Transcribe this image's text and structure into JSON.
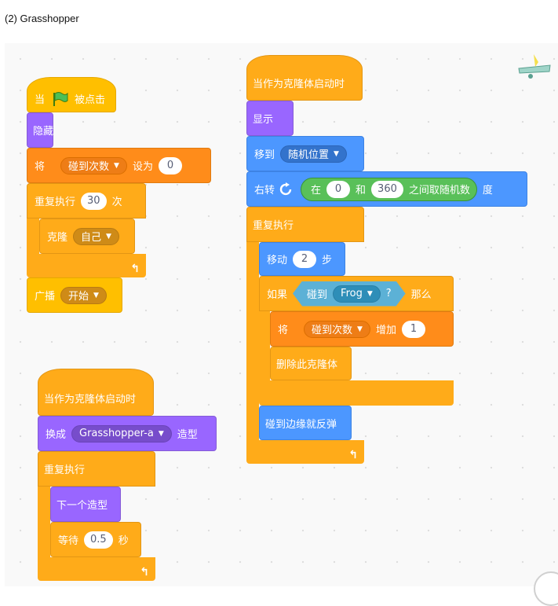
{
  "caption": "(2) Grasshopper",
  "colors": {
    "events": "#ffbf00",
    "control": "#ffab19",
    "looks": "#9966ff",
    "motion": "#4c97ff",
    "variables": "#ff8c1a",
    "sensing": "#5cb1d6",
    "operators": "#59c059"
  },
  "script1": {
    "when": "当",
    "flag": "green-flag-icon",
    "clicked": "被点击",
    "hide": "隐藏",
    "set_label": "将",
    "set_var": "碰到次数",
    "set_to": "设为",
    "set_value": "0",
    "repeat_label": "重复执行",
    "repeat_count": "30",
    "repeat_times": "次",
    "clone_label": "克隆",
    "clone_target": "自己",
    "broadcast_label": "广播",
    "broadcast_msg": "开始"
  },
  "script2": {
    "hat": "当作为克隆体启动时",
    "show": "显示",
    "goto_label": "移到",
    "goto_target": "随机位置",
    "turn_label": "右转",
    "turn_icon": "rotate-right-icon",
    "rand_in": "在",
    "rand_from": "0",
    "rand_and": "和",
    "rand_to": "360",
    "rand_suffix": "之间取随机数",
    "turn_unit": "度",
    "forever": "重复执行",
    "move_label": "移动",
    "move_steps": "2",
    "move_unit": "步",
    "if_label": "如果",
    "touching_label": "碰到",
    "touching_target": "Frog",
    "touching_q": "?",
    "then_label": "那么",
    "change_label": "将",
    "change_var": "碰到次数",
    "change_by": "增加",
    "change_value": "1",
    "delete_clone": "删除此克隆体",
    "bounce": "碰到边缘就反弹"
  },
  "script3": {
    "hat": "当作为克隆体启动时",
    "switch_label": "换成",
    "switch_costume": "Grasshopper-a",
    "switch_suffix": "造型",
    "forever": "重复执行",
    "next_costume": "下一个造型",
    "wait_label": "等待",
    "wait_value": "0.5",
    "wait_unit": "秒"
  }
}
